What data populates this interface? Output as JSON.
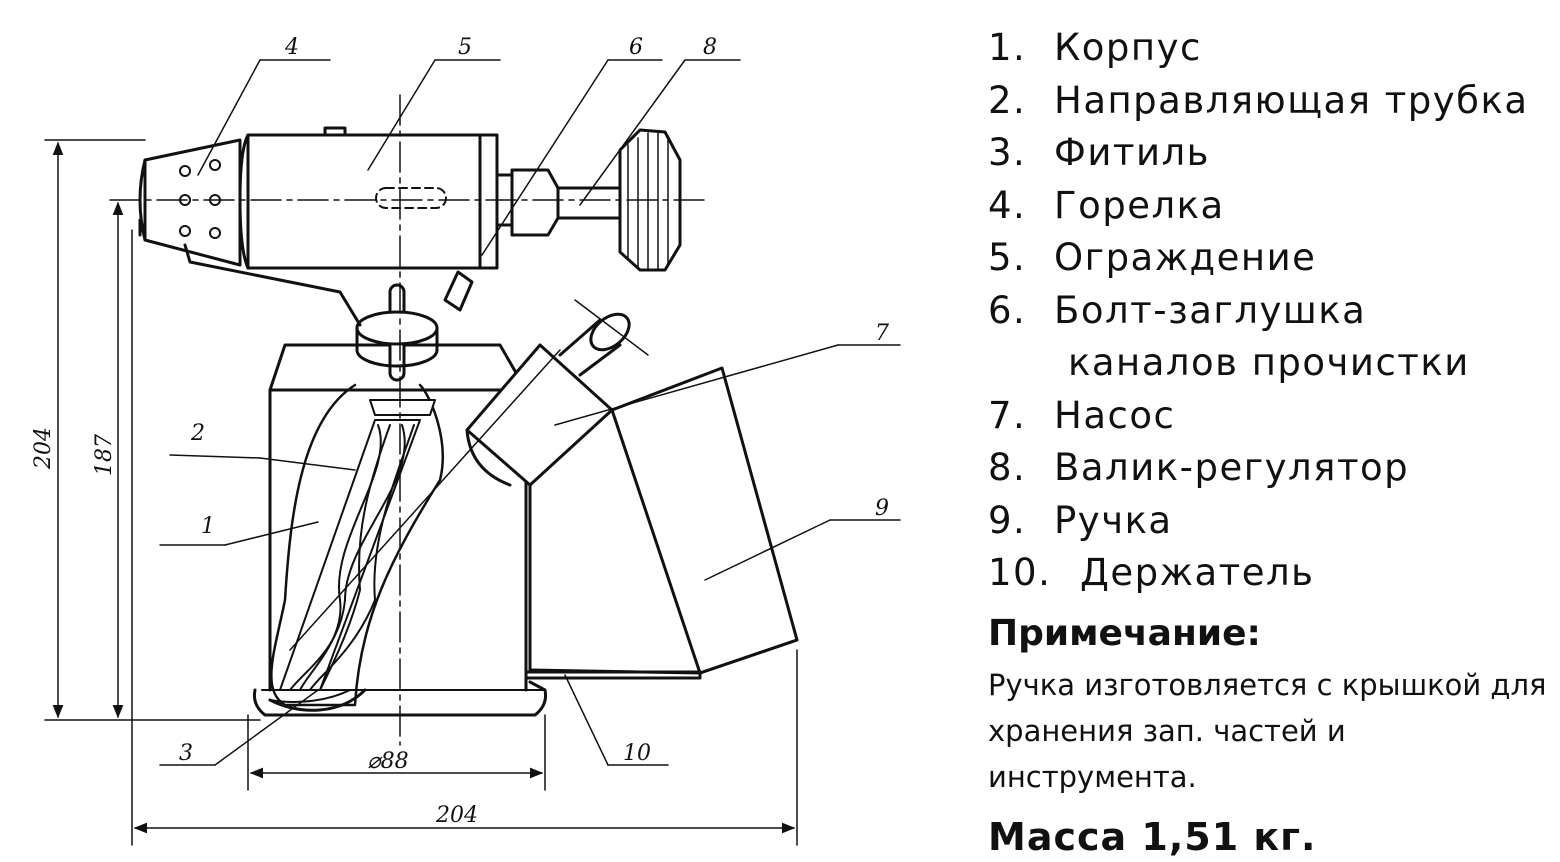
{
  "drawing": {
    "callouts": [
      "1",
      "2",
      "3",
      "4",
      "5",
      "6",
      "7",
      "8",
      "9",
      "10"
    ],
    "dimensions": {
      "height_total": "204",
      "height_burner": "187",
      "diameter": "⌀88",
      "width_total": "204"
    }
  },
  "legend": {
    "items": [
      {
        "num": "1.",
        "label": "Корпус"
      },
      {
        "num": "2.",
        "label": "Направляющая трубка"
      },
      {
        "num": "3.",
        "label": "Фитиль"
      },
      {
        "num": "4.",
        "label": "Горелка"
      },
      {
        "num": "5.",
        "label": "Ограждение"
      },
      {
        "num": "6.",
        "label": "Болт-заглушка",
        "continuation": "каналов прочистки"
      },
      {
        "num": "7.",
        "label": "Насос"
      },
      {
        "num": "8.",
        "label": "Валик-регулятор"
      },
      {
        "num": "9.",
        "label": "Ручка"
      },
      {
        "num": "10.",
        "label": "Держатель"
      }
    ],
    "note_title": "Примечание:",
    "note_text": "Ручка изготовляется с крышкой для хранения зап. частей и инструмента.",
    "mass": "Масса 1,51 кг."
  }
}
